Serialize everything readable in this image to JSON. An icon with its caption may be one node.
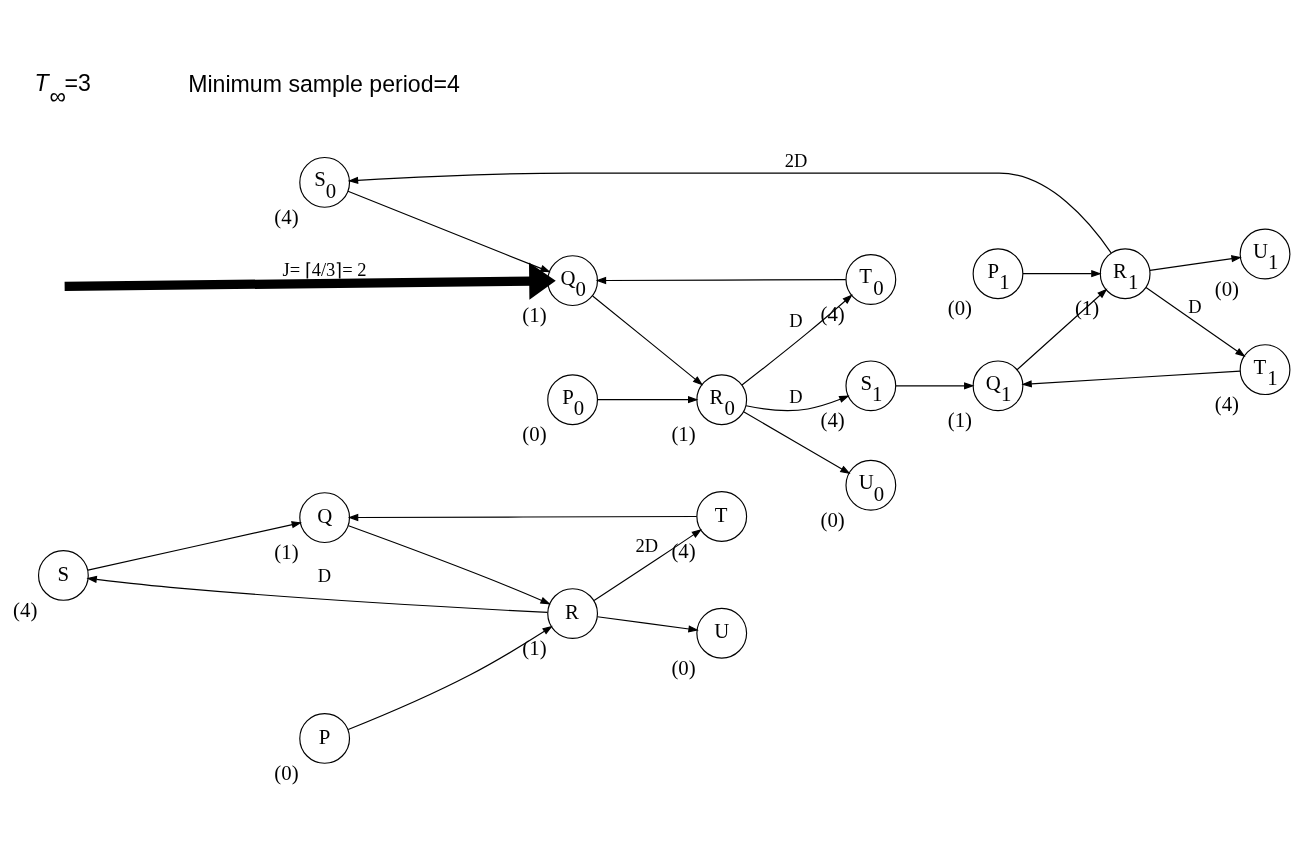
{
  "diagram": {
    "nodes": [
      {
        "text": [
          "S"
        ],
        "beside": [
          "(4)"
        ]
      },
      {
        "text": [
          "T"
        ],
        "beside": [
          "(4)"
        ]
      },
      {
        "text": [
          "Q"
        ],
        "beside": [
          "(1)"
        ]
      },
      {
        "text": [
          "P"
        ],
        "beside": [
          "(0)"
        ]
      },
      {
        "text": [
          "R"
        ],
        "beside": [
          "(1)"
        ]
      },
      {
        "text": [
          "U"
        ],
        "beside": [
          "(0)"
        ]
      },
      {
        "text": [
          "S$_{0}$"
        ],
        "beside": [
          "(4)"
        ]
      },
      {
        "text": [
          "T$_{0}$"
        ],
        "beside": [
          "(4)"
        ]
      },
      {
        "text": [
          "Q$_{0}$"
        ],
        "beside": [
          "(1)"
        ]
      },
      {
        "text": [
          "P$_{0}$"
        ],
        "beside": [
          "(0)"
        ]
      },
      {
        "text": [
          "R$_{0}$"
        ],
        "beside": [
          "(1)"
        ]
      },
      {
        "text": [
          "U$_{0}$"
        ],
        "beside": [
          "(0)"
        ]
      },
      {
        "text": [
          "S$_{1}$"
        ],
        "beside": [
          "(4)"
        ]
      },
      {
        "text": [
          "T$_{1}$"
        ],
        "beside": [
          "(4)"
        ]
      },
      {
        "text": [
          "Q$_{1}$"
        ],
        "beside": [
          "(1)"
        ]
      },
      {
        "text": [
          "P$_{1}$"
        ],
        "beside": [
          "(0)"
        ]
      },
      {
        "text": [
          "R$_{1}$"
        ],
        "beside": [
          "(1)"
        ]
      },
      {
        "text": [
          "U$_{1}$"
        ],
        "beside": [
          "(0)"
        ]
      }
    ],
    "edges": [
      {
        "from": 0,
        "to": 2,
        "arrow": "to"
      },
      {
        "from": 1,
        "to": 2,
        "arrow": "to"
      },
      {
        "from": 2,
        "to": 4,
        "arrow": "to"
      },
      {
        "from": 3,
        "to": 4,
        "arrow": "to"
      },
      {
        "from": 4,
        "to": 5,
        "arrow": "to"
      },
      {
        "from": 4,
        "to": 1,
        "arrow": "to",
        "label": "2D"
      },
      {
        "from": 4,
        "to": 0,
        "arrow": "to",
        "label": "D"
      },
      {
        "from": null,
        "to": 8,
        "arrow": "to",
        "style": "thick",
        "label": "J= ⌈4/3⌉= 2"
      },
      {
        "from": 6,
        "to": 8,
        "arrow": "to"
      },
      {
        "from": 7,
        "to": 8,
        "arrow": "to"
      },
      {
        "from": 8,
        "to": 10,
        "arrow": "to"
      },
      {
        "from": 9,
        "to": 10,
        "arrow": "to"
      },
      {
        "from": 10,
        "to": 11,
        "arrow": "to"
      },
      {
        "from": 10,
        "to": 7,
        "arrow": "to",
        "label": "D"
      },
      {
        "from": 10,
        "to": 12,
        "arrow": "to",
        "label": "D"
      },
      {
        "from": 12,
        "to": 14,
        "arrow": "to"
      },
      {
        "from": 13,
        "to": 14,
        "arrow": "to"
      },
      {
        "from": 14,
        "to": 16,
        "arrow": "to"
      },
      {
        "from": 15,
        "to": 16,
        "arrow": "to"
      },
      {
        "from": 16,
        "to": 17,
        "arrow": "to"
      },
      {
        "from": 16,
        "to": 13,
        "arrow": "to",
        "label": "D"
      },
      {
        "from": 16,
        "to": 6,
        "arrow": "to",
        "label": "2D"
      }
    ],
    "labels": [
      "*T*$_{∞}$=3",
      "Minimum sample period=4"
    ]
  }
}
